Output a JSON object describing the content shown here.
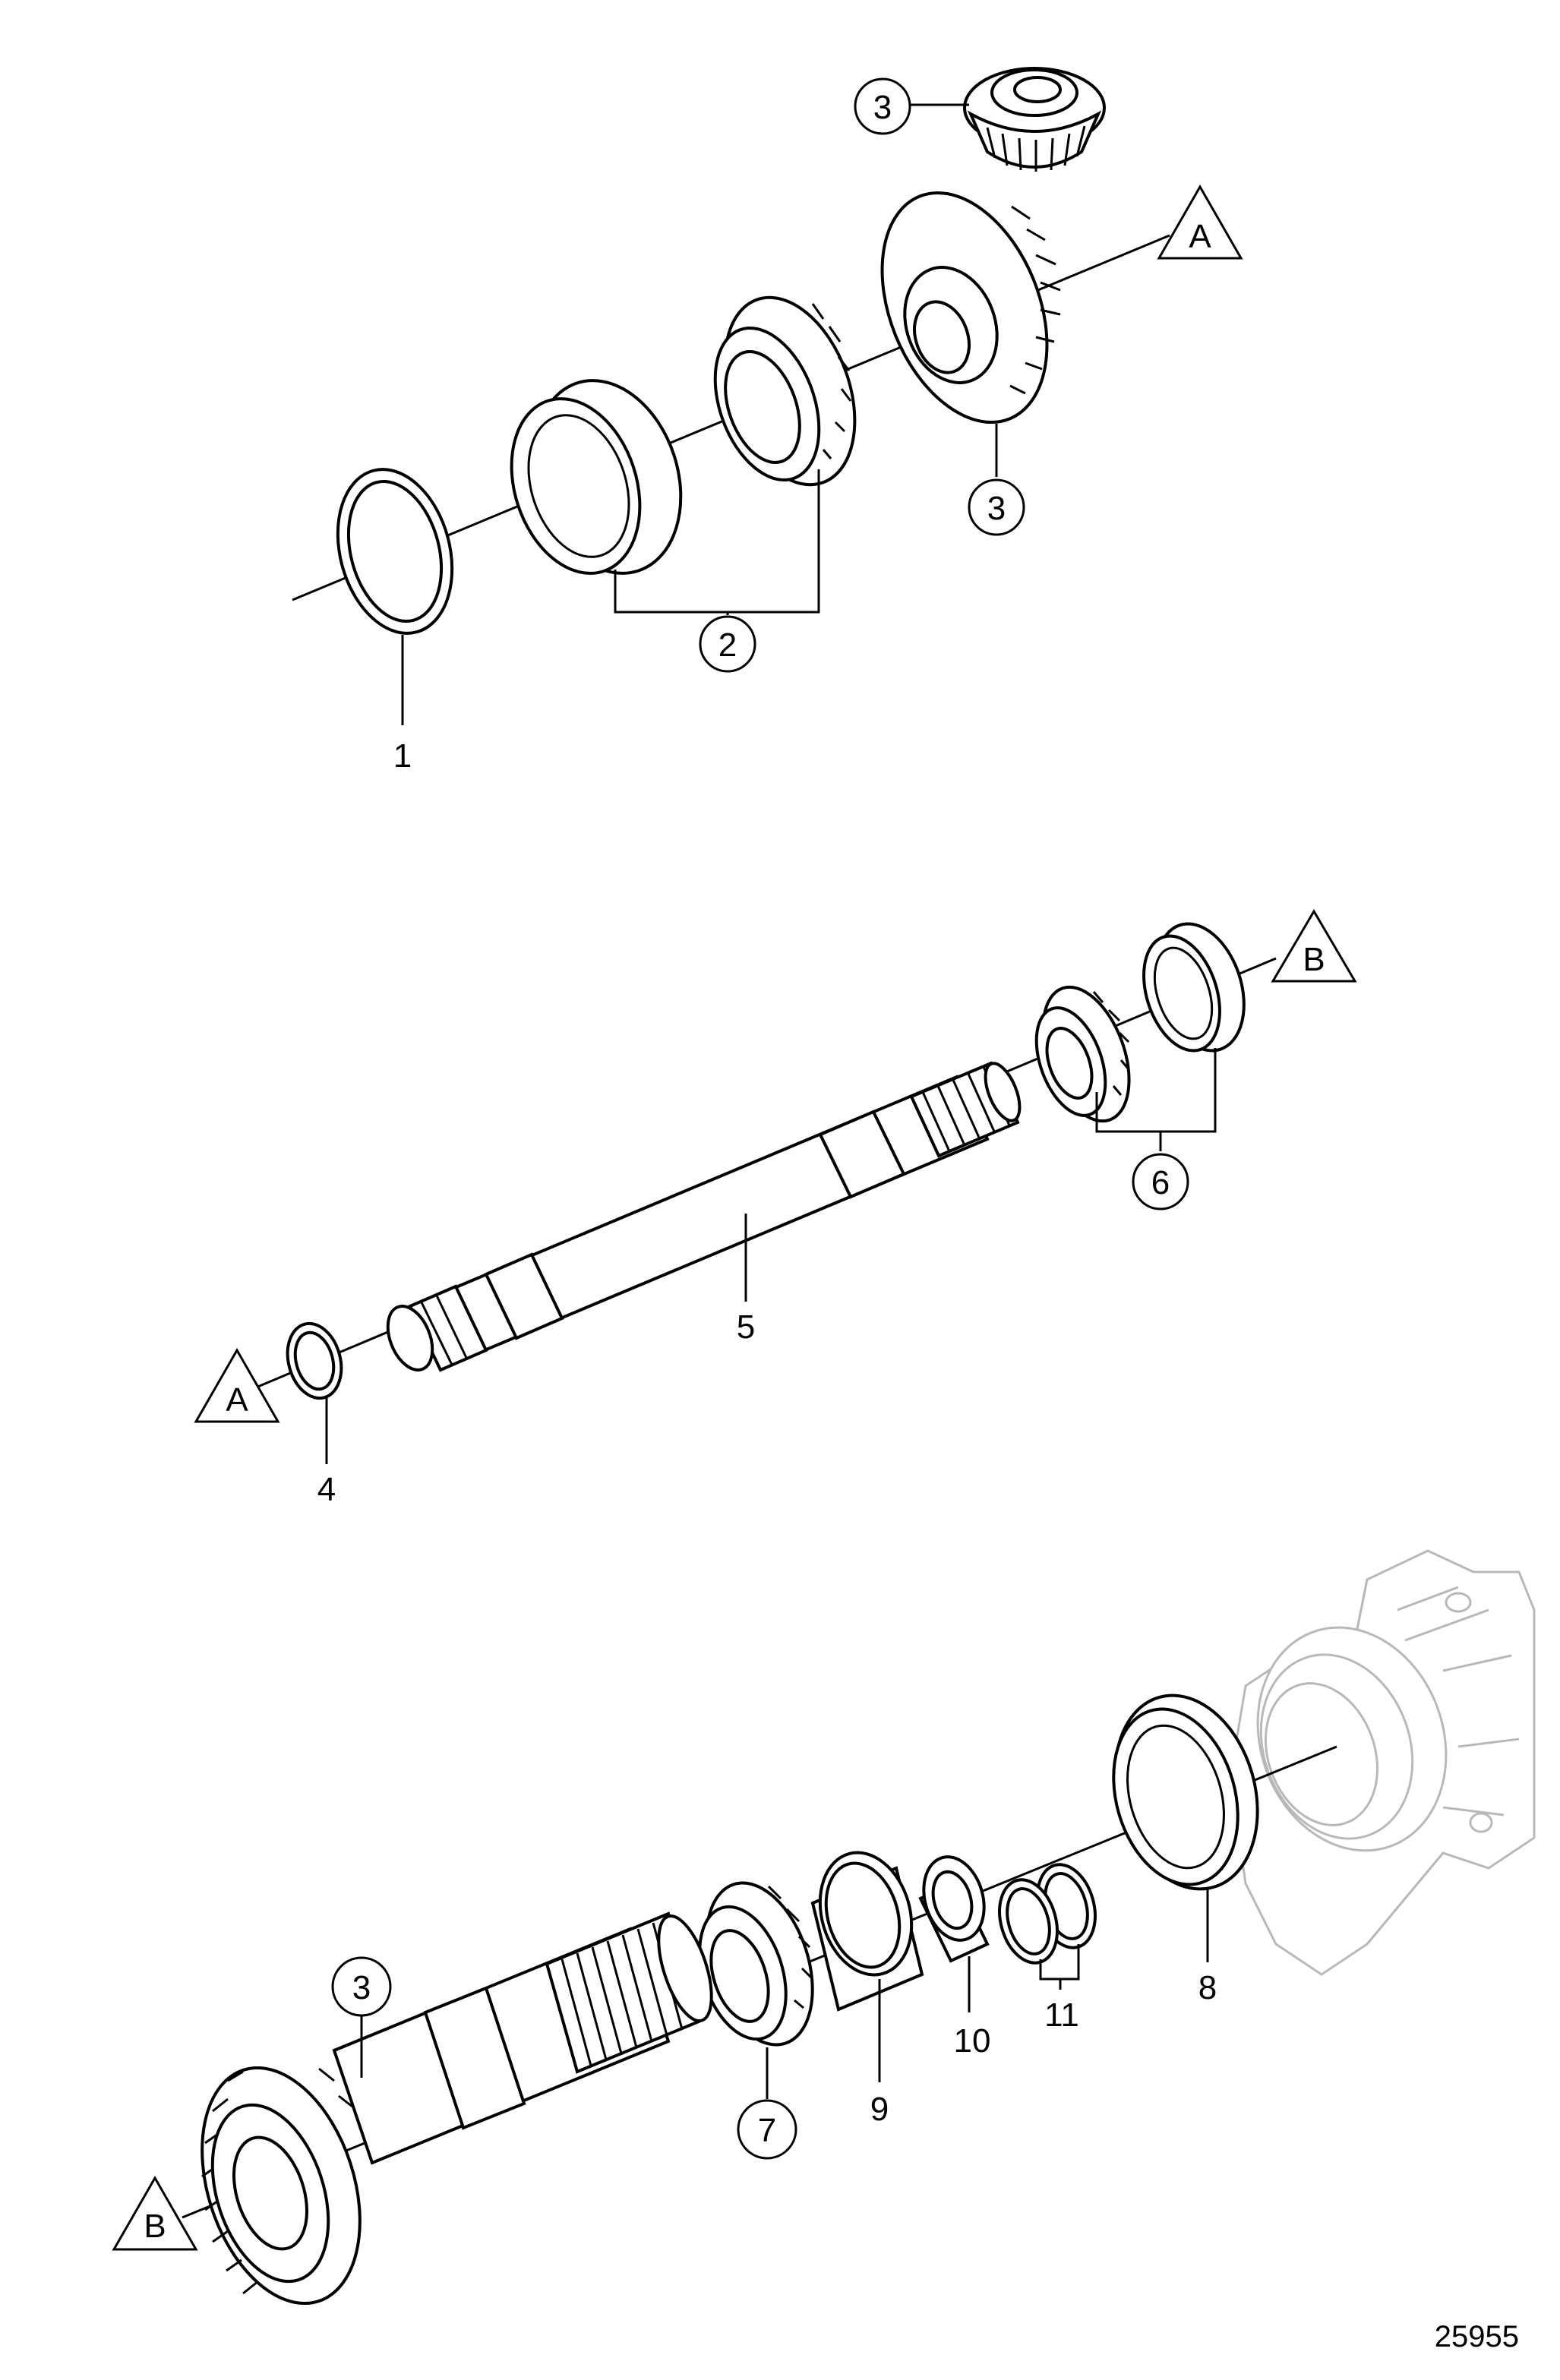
{
  "figure_number": "25955",
  "reference_markers": {
    "a": "A",
    "b": "B"
  },
  "callouts": {
    "c1": "1",
    "c2": "2",
    "c3": "3",
    "c4": "4",
    "c5": "5",
    "c6": "6",
    "c7": "7",
    "c8": "8",
    "c9": "9",
    "c10": "10",
    "c11": "11"
  },
  "colors": {
    "line": "#000000",
    "ghost_housing": "#b8b8b8",
    "background": "#ffffff"
  }
}
